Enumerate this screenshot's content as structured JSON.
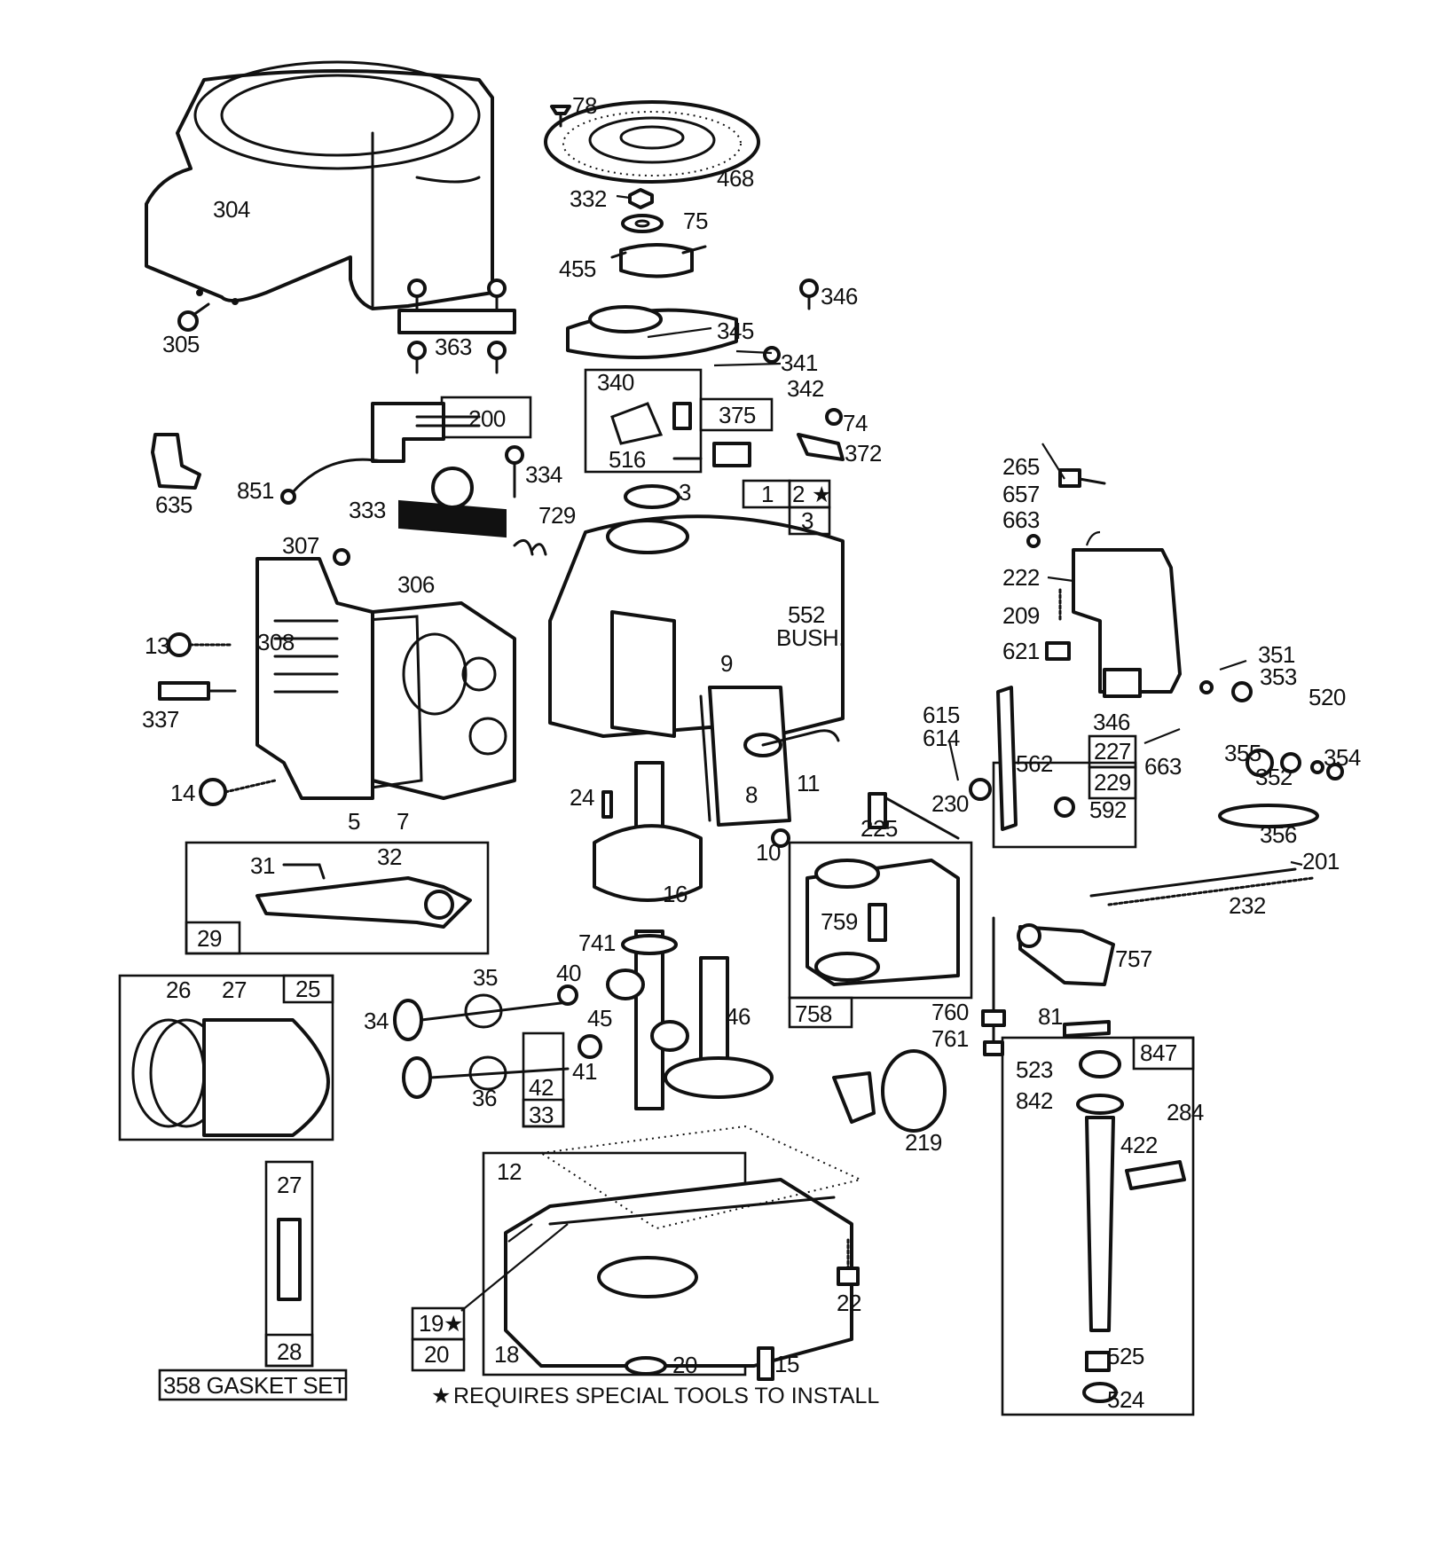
{
  "labels": {
    "l304": "304",
    "l305": "305",
    "l78": "78",
    "l468": "468",
    "l332": "332",
    "l75": "75",
    "l455": "455",
    "l346a": "346",
    "l345": "345",
    "l363": "363",
    "l341": "341",
    "l340": "340",
    "l342": "342",
    "l375": "375",
    "l74": "74",
    "l372": "372",
    "l516": "516",
    "l200": "200",
    "l635": "635",
    "l851": "851",
    "l334": "334",
    "l333": "333",
    "l729": "729",
    "l3a": "3",
    "l1": "1",
    "l2": "2",
    "l3b": "3",
    "l307": "307",
    "l306": "306",
    "l308": "308",
    "l13": "13",
    "l337": "337",
    "l14": "14",
    "l5": "5",
    "l7": "7",
    "l552": "552",
    "lbush": "BUSH.",
    "l9": "9",
    "l8": "8",
    "l11": "11",
    "l10": "10",
    "l24": "24",
    "l16": "16",
    "l741": "741",
    "l31": "31",
    "l32": "32",
    "l29": "29",
    "l26": "26",
    "l27a": "27",
    "l25": "25",
    "l35": "35",
    "l40": "40",
    "l34": "34",
    "l45": "45",
    "l46": "46",
    "l41": "41",
    "l36": "36",
    "l42": "42",
    "l33": "33",
    "l27b": "27",
    "l28": "28",
    "l358": "358 GASKET SET",
    "l12": "12",
    "l19": "19",
    "l20a": "20",
    "l18": "18",
    "l20b": "20",
    "l15": "15",
    "l22": "22",
    "l265": "265",
    "l657": "657",
    "l663a": "663",
    "l222": "222",
    "l209": "209",
    "l621": "621",
    "l351": "351",
    "l353": "353",
    "l520": "520",
    "l346b": "346",
    "l355": "355",
    "l354": "354",
    "l352": "352",
    "l663b": "663",
    "l615": "615",
    "l614": "614",
    "l227": "227",
    "l562": "562",
    "l229": "229",
    "l230": "230",
    "l592": "592",
    "l225": "225",
    "l356": "356",
    "l201": "201",
    "l232": "232",
    "l759": "759",
    "l758": "758",
    "l757": "757",
    "l760": "760",
    "l761": "761",
    "l81": "81",
    "l847": "847",
    "l523": "523",
    "l842": "842",
    "l284": "284",
    "l422": "422",
    "l219": "219",
    "l525": "525",
    "l524": "524"
  },
  "note": "REQUIRES SPECIAL TOOLS TO INSTALL",
  "star": "★",
  "colors": {
    "ink": "#111111",
    "paper": "#ffffff"
  }
}
